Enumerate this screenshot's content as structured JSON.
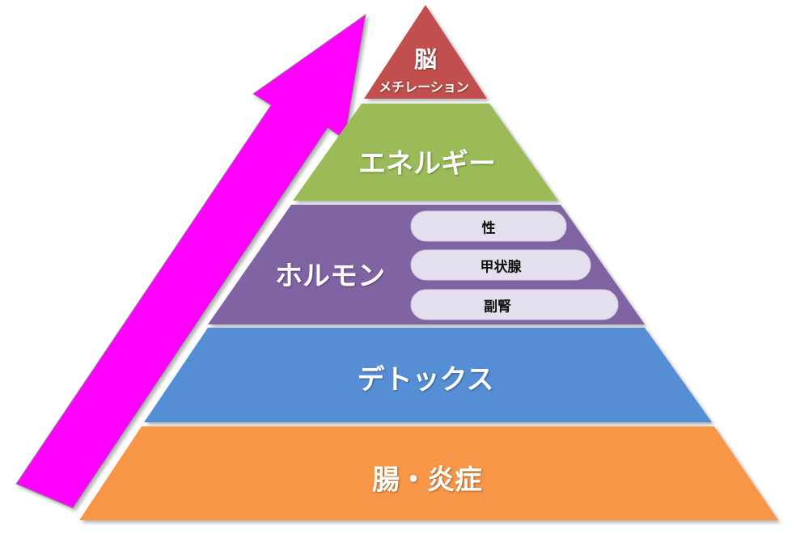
{
  "arrow": {
    "color": "#ff00ff",
    "direction": "up-right"
  },
  "pyramid": {
    "levels": [
      {
        "id": "brain",
        "label": "脳",
        "sublabel": "メチレーション",
        "color": "#c0504d"
      },
      {
        "id": "energy",
        "label": "エネルギー",
        "color": "#9bbb59"
      },
      {
        "id": "hormone",
        "label": "ホルモン",
        "color": "#8064a2",
        "items": [
          "性",
          "甲状腺",
          "副腎"
        ],
        "item_color": "#e4dfec"
      },
      {
        "id": "detox",
        "label": "デトックス",
        "color": "#558ed5"
      },
      {
        "id": "gut",
        "label": "腸・炎症",
        "color": "#f79646"
      }
    ]
  }
}
